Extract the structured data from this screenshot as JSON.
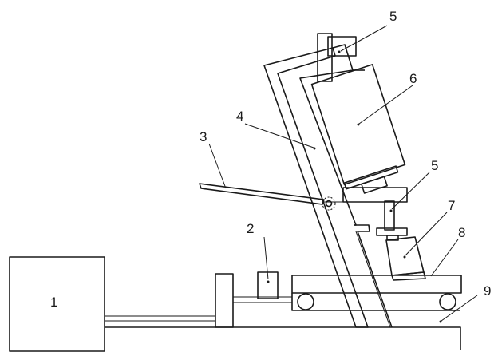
{
  "labels": {
    "n1": "1",
    "n2": "2",
    "n3": "3",
    "n4": "4",
    "n5_top": "5",
    "n5_mid": "5",
    "n6": "6",
    "n7": "7",
    "n8": "8",
    "n9": "9"
  }
}
